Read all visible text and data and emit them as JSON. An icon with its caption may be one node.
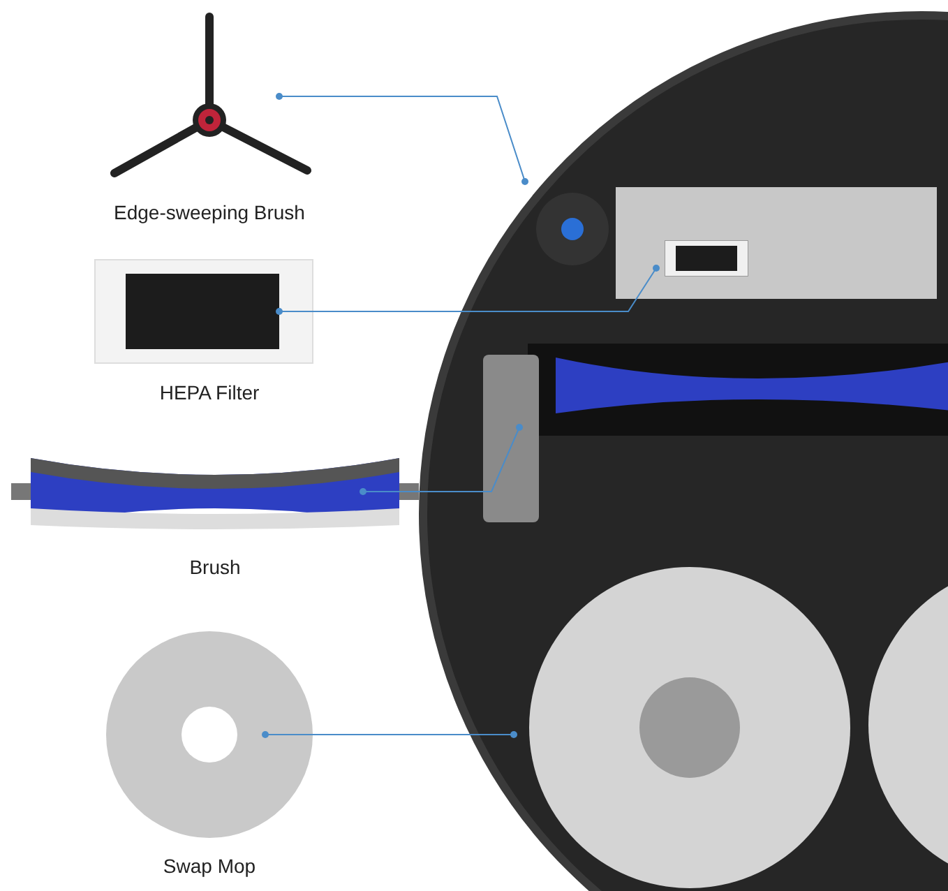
{
  "diagram": {
    "nodes": [
      {
        "text": [
          "Edge-sweeping Brush"
        ]
      },
      {
        "text": [
          "HEPA Filter"
        ]
      },
      {
        "text": [
          "Brush"
        ]
      },
      {
        "text": [
          "Swap Mop"
        ]
      },
      {
        "text": [],
        "shape": "picture"
      },
      {
        "text": [],
        "shape": "picture",
        "in": 4
      },
      {
        "text": [],
        "shape": "picture",
        "in": 4
      },
      {
        "text": [],
        "shape": "picture",
        "in": 4
      },
      {
        "text": [],
        "shape": "picture",
        "in": 4
      },
      {
        "text": [],
        "shape": "box",
        "in": 4
      },
      {
        "text": [],
        "shape": "circle",
        "in": 4
      }
    ],
    "edges": [
      {
        "from": 0,
        "to": 5,
        "arrow": "other"
      },
      {
        "from": 1,
        "to": 6,
        "arrow": "other"
      },
      {
        "from": 2,
        "to": 7,
        "arrow": "other"
      },
      {
        "from": 3,
        "to": 8,
        "arrow": "other"
      }
    ]
  }
}
